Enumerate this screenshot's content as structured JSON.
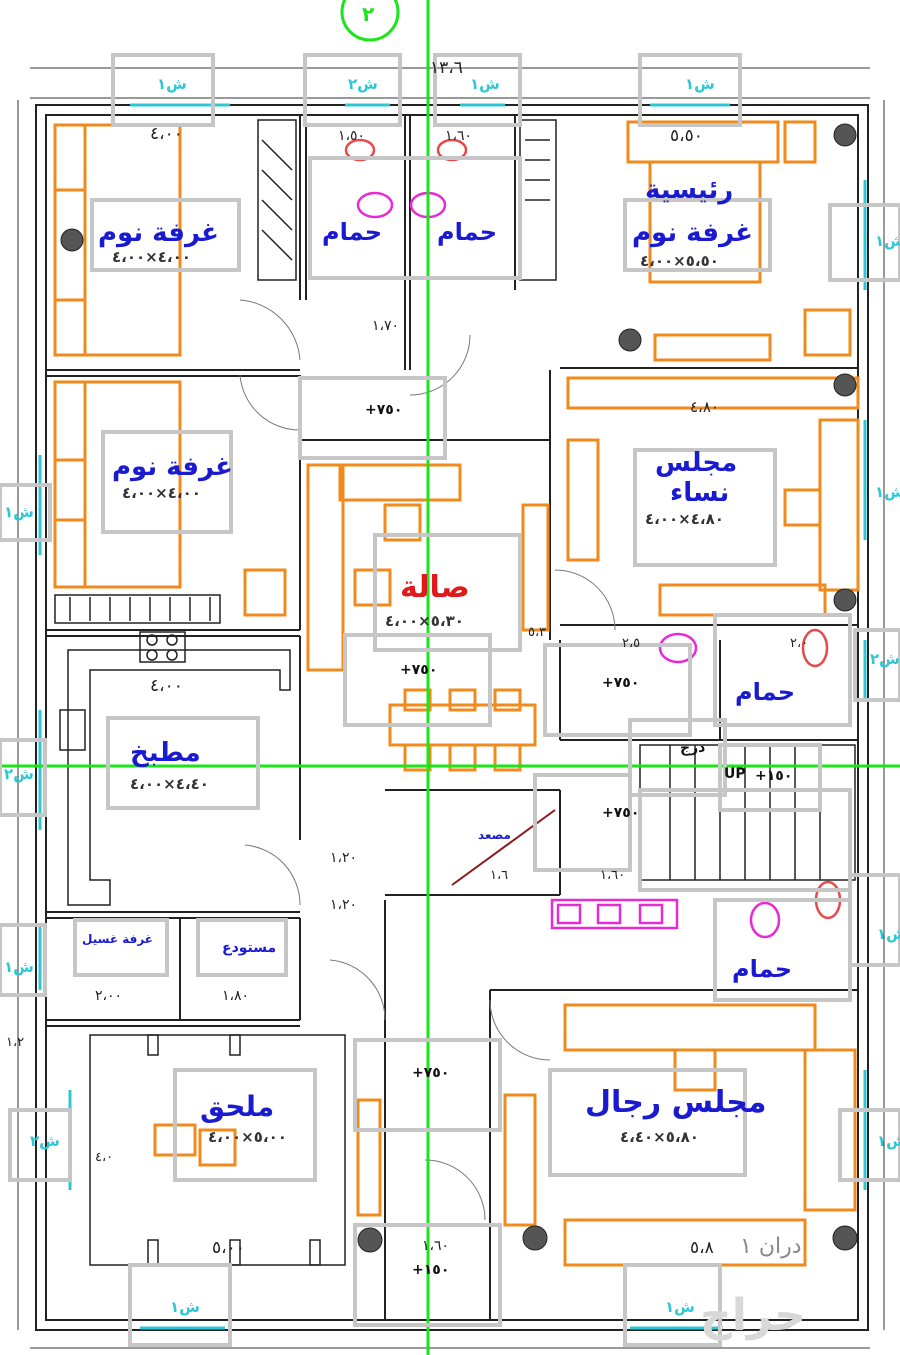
{
  "rooms": {
    "bedroom_top_left": "غرفة نوم",
    "bedroom_top_left_size": "٤،٠٠×٤،٠٠",
    "bath_1": "حمام",
    "bath_2": "حمام",
    "master_bedroom_line1": "رئيسية",
    "master_bedroom_line2": "غرفة نوم",
    "master_bedroom_size": "٥،٥٠×٤،٠٠",
    "bedroom_mid_left": "غرفة نوم",
    "bedroom_mid_left_size": "٤،٠٠×٤،٠٠",
    "women_majlis_line1": "مجلس",
    "women_majlis_line2": "نساء",
    "women_majlis_size": "٤،٨٠×٤،٠٠",
    "hall": "صالة",
    "hall_size": "٥،٣٠×٤،٠٠",
    "bath_3": "حمام",
    "kitchen": "مطبخ",
    "kitchen_size": "٤،٤٠×٤،٠٠",
    "laundry": "غرفة غسيل",
    "storage": "مستودع",
    "bath_4": "حمام",
    "annex": "ملحق",
    "annex_size": "٥،٠٠×٤،٠٠",
    "men_majlis": "مجلس رجال",
    "men_majlis_size": "٥،٨٠×٤،٤٠",
    "small_room": "مصعد"
  },
  "dims": {
    "top_overall": "١٣،٦",
    "bed1_width": "٤،٠٠",
    "bath1_width": "١،٥٠",
    "bath2_width": "١،٦٠",
    "master_width": "٥،٥٠",
    "corridor": "١،٧٠",
    "women_width": "٤،٨٠",
    "kitchen_width": "٤،٠٠",
    "side_1": "٥،٣",
    "side_2": "٢،٥",
    "side_3": "٢،٠",
    "corr_1": "١،٢٠",
    "corr_2": "١،٢٠",
    "laundry_dim": "٢،٠٠",
    "storage_dim": "١،٨٠",
    "small_dim": "١،٦",
    "annex_width": "٥،٠٠",
    "annex_side": "٤،٠",
    "entry_dim": "١،٦٠",
    "men_width": "٥،٨",
    "left_small": "١،٢",
    "stair_dim": "١،٦٠"
  },
  "levels": {
    "corridor": "+٧٥٠",
    "hall": "+٧٥٠",
    "women_entry": "+٧٥٠",
    "stair_landing": "+٧٥٠",
    "stair_top": "+١٥٠",
    "entry_mid": "+٧٥٠",
    "entry_bottom": "+١٥٠"
  },
  "windows": {
    "w1": "ش١",
    "w2": "ش٢",
    "w3": "ش١",
    "w4": "ش١",
    "w5": "ش١",
    "w6": "ش١",
    "w7": "ش١",
    "w8": "ش٢",
    "w9": "ش٢",
    "w10": "ش١",
    "w11": "ش١",
    "w12": "ش٢",
    "w13": "ش١",
    "w14": "ش١",
    "w15": "ش١"
  },
  "axis_marker": "٢",
  "stair_up": "UP",
  "stair_text": "درج",
  "level_text": "دران ١",
  "watermark": "حراج",
  "colors": {
    "wall": "#222222",
    "furniture": "#f08a1c",
    "label": "#1a1ad0",
    "hall_label": "#e01a1a",
    "grid": "#19e619",
    "window": "#2dc7d4",
    "fixture": "#e62ad6",
    "box": "#c6c6c6"
  }
}
